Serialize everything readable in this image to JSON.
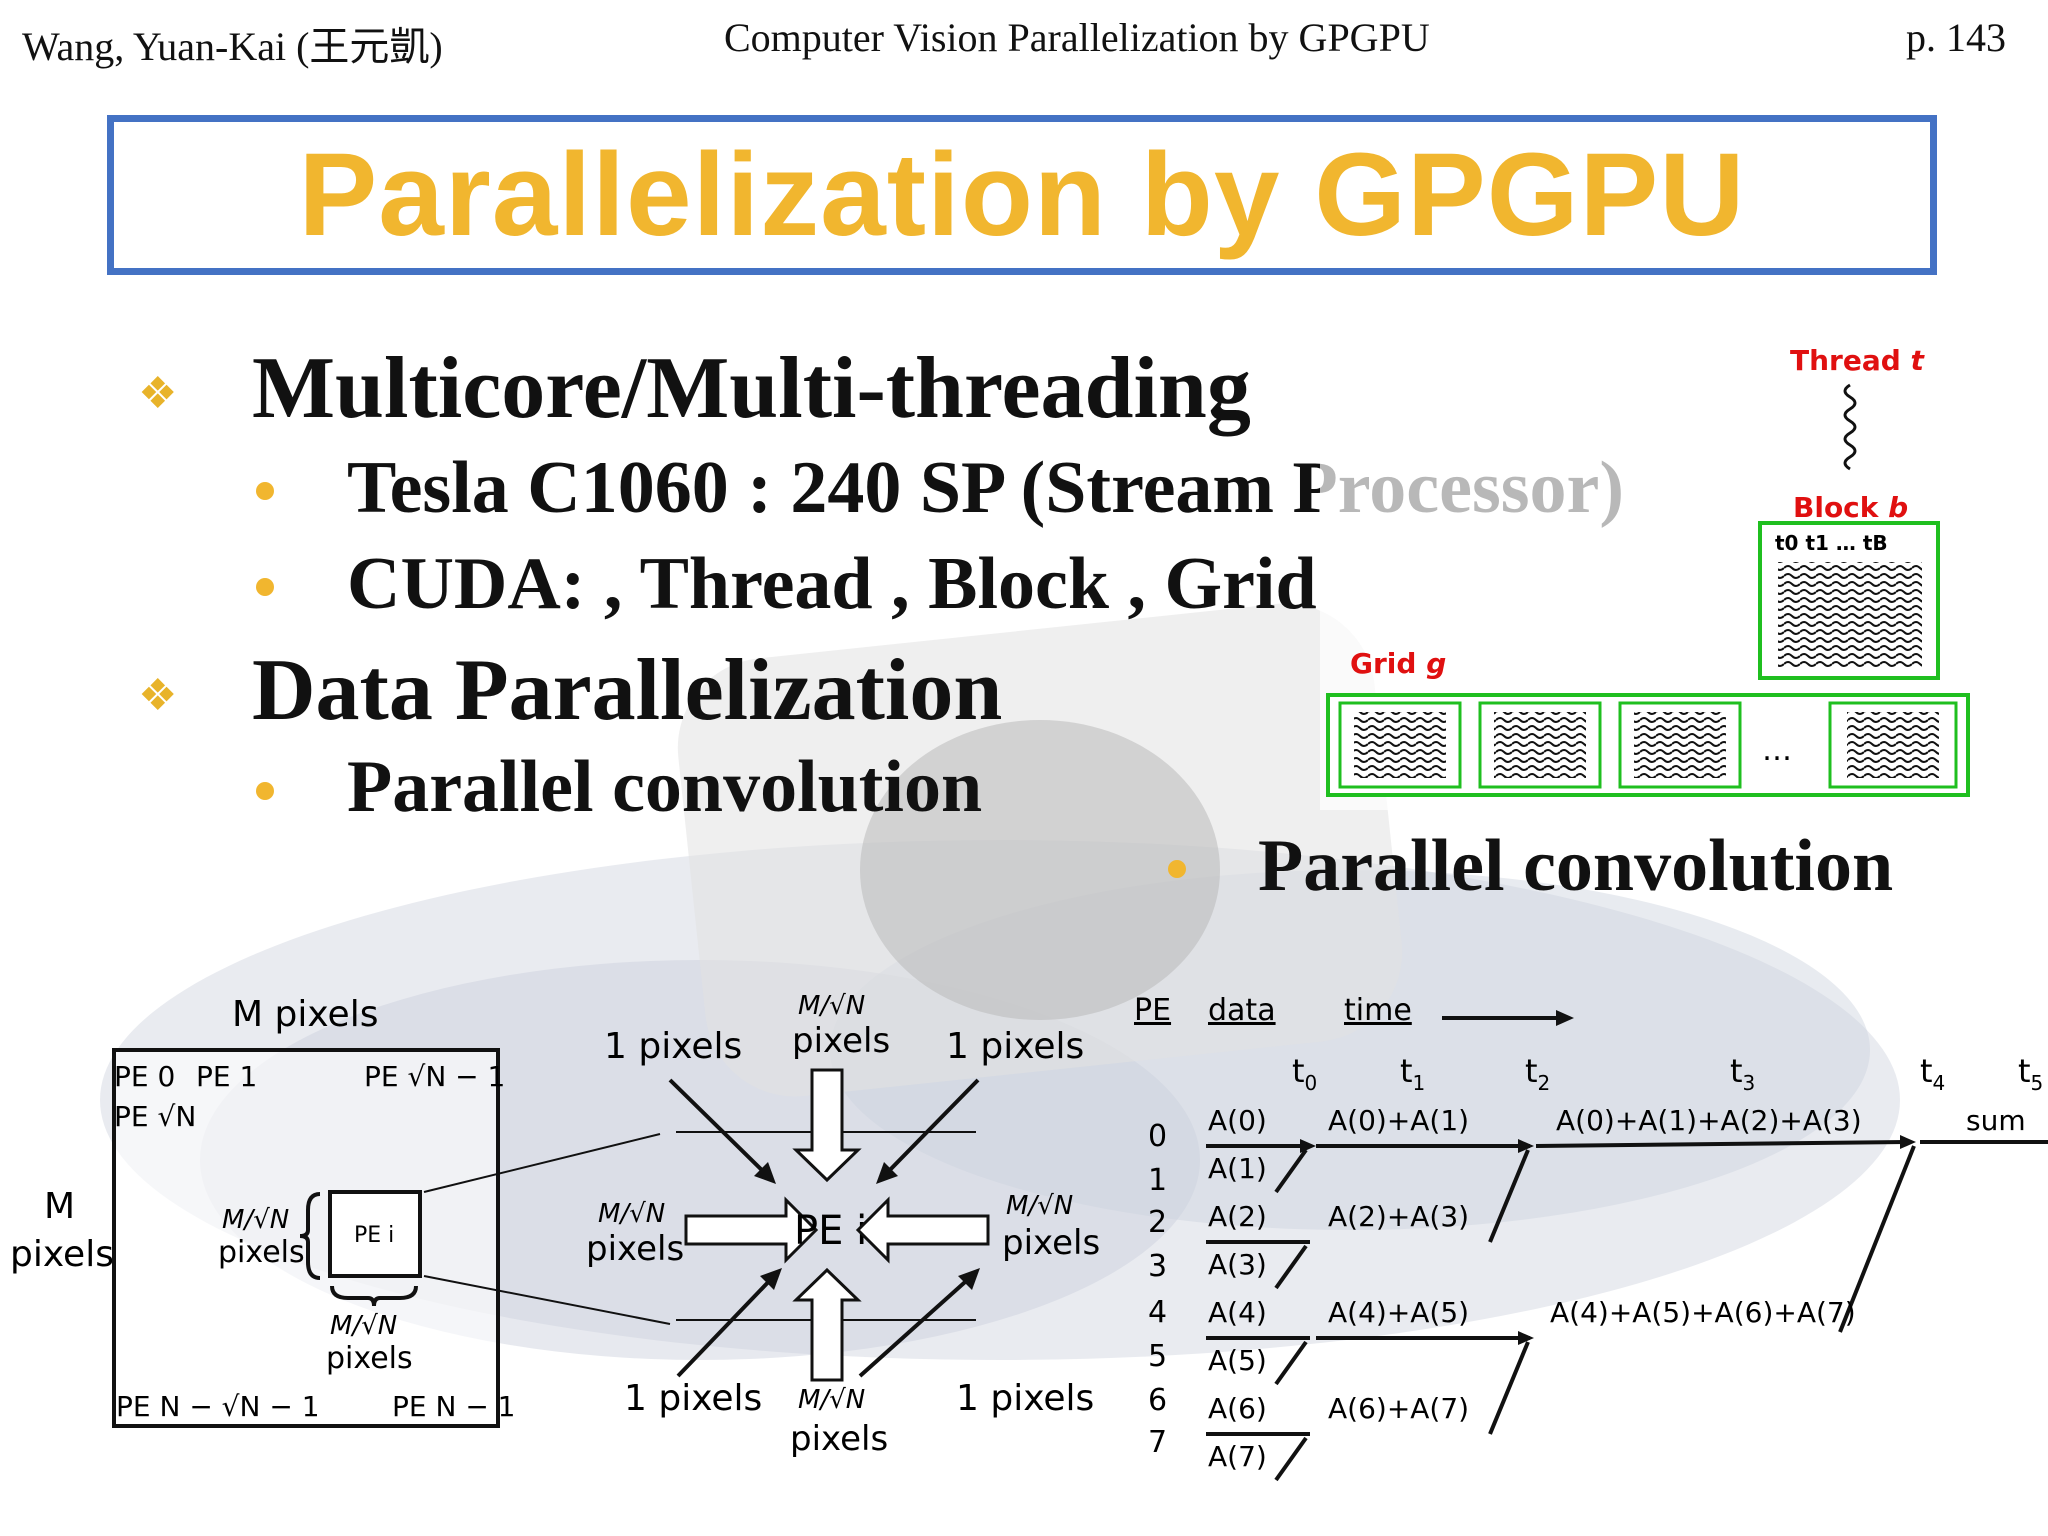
{
  "header": {
    "author": "Wang, Yuan-Kai (王元凱)",
    "course": "Computer Vision Parallelization by GPGPU",
    "page": "p. 143"
  },
  "title": "Parallelization by GPGPU",
  "bullets": {
    "l1_a": "Multicore/Multi-threading",
    "l2_a": "Tesla C1060 : 240 SP (Stream Processor)",
    "l2_b": "CUDA: , Thread , Block , Grid",
    "l1_b": "Data Parallelization",
    "l2_c": "Parallel convolution",
    "l2_d": "Parallel convolution"
  },
  "cuda_diagram": {
    "thread_label": "Thread",
    "thread_var": "t",
    "block_label": "Block",
    "block_var": "b",
    "block_threads": "t0  t1  …  tB",
    "grid_label": "Grid",
    "grid_var": "g",
    "grid_ellipsis": "…"
  },
  "pe_grid": {
    "top_label": "M pixels",
    "side_label_1": "M",
    "side_label_2": "pixels",
    "pe0": "PE 0",
    "pe1": "PE 1",
    "pe_sqrt_minus": "PE √N − 1",
    "pe_sqrt": "PE √N",
    "pe_i": "PE i",
    "pe_bottom_left": "PE N − √N − 1",
    "pe_bottom_right": "PE N − 1",
    "frac": "M/√N",
    "pixels": "pixels"
  },
  "neighbors": {
    "one_pixels": "1 pixels",
    "frac": "M/√N",
    "pixels": "pixels",
    "center": "PE i"
  },
  "reduction": {
    "headers": [
      "PE",
      "data",
      "time"
    ],
    "times": [
      "t0",
      "t1",
      "t2",
      "t3",
      "t4",
      "t5"
    ],
    "pe_ids": [
      "0",
      "1",
      "2",
      "3",
      "4",
      "5",
      "6",
      "7"
    ],
    "data": [
      "A(0)",
      "A(1)",
      "A(2)",
      "A(3)",
      "A(4)",
      "A(5)",
      "A(6)",
      "A(7)"
    ],
    "step1": [
      "A(0)+A(1)",
      "A(2)+A(3)",
      "A(4)+A(5)",
      "A(6)+A(7)"
    ],
    "step2": [
      "A(0)+A(1)+A(2)+A(3)",
      "A(4)+A(5)+A(6)+A(7)"
    ],
    "result": "sum"
  }
}
